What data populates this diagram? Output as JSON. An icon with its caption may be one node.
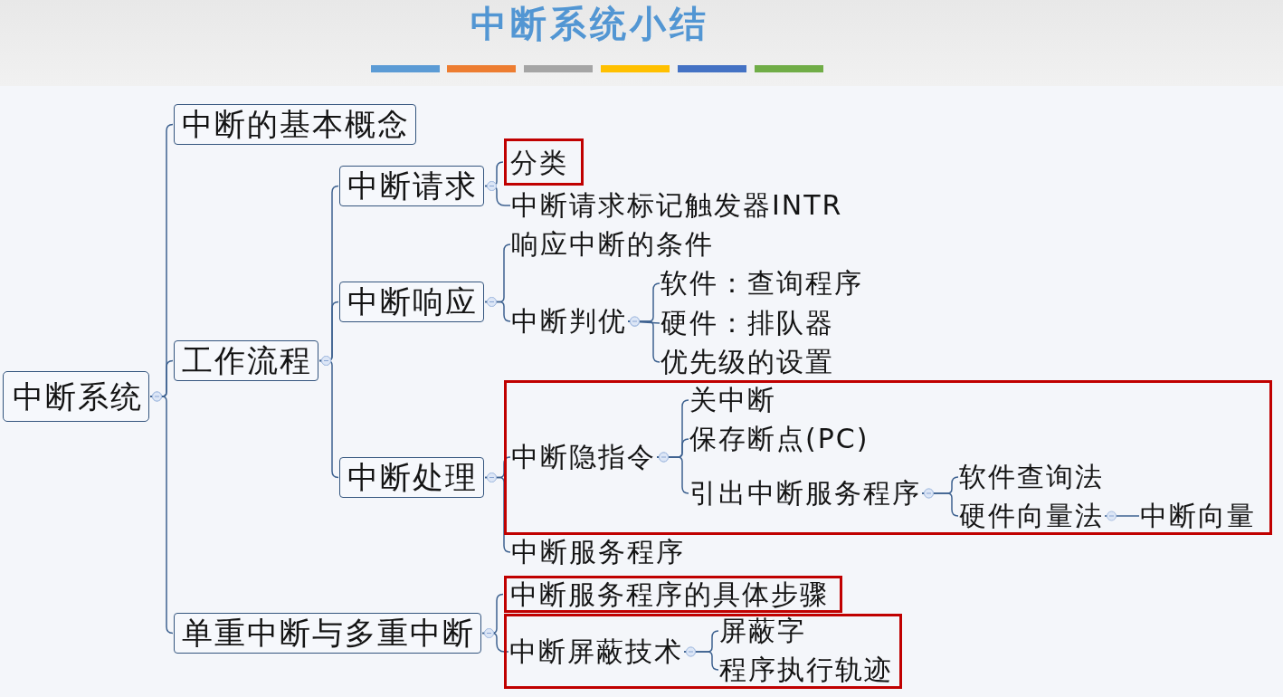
{
  "diagram": {
    "title": "中断系统小结",
    "nodes": [
      {
        "text": [
          "中断系统"
        ]
      },
      {
        "text": [
          "中断的基本概念"
        ]
      },
      {
        "text": [
          "工作流程"
        ]
      },
      {
        "text": [
          "中断请求"
        ]
      },
      {
        "text": [
          "分类"
        ]
      },
      {
        "text": [
          "中断请求标记触发器INTR"
        ]
      },
      {
        "text": [
          "中断响应"
        ]
      },
      {
        "text": [
          "响应中断的条件"
        ]
      },
      {
        "text": [
          "中断判优"
        ]
      },
      {
        "text": [
          "软件：查询程序"
        ]
      },
      {
        "text": [
          "硬件：排队器"
        ]
      },
      {
        "text": [
          "优先级的设置"
        ]
      },
      {
        "text": [
          "中断处理"
        ]
      },
      {
        "text": [],
        "shape": "box"
      },
      {
        "text": [
          "中断隐指令"
        ],
        "in": 13
      },
      {
        "text": [
          "关中断"
        ],
        "in": 13
      },
      {
        "text": [
          "保存断点(PC)"
        ],
        "in": 13
      },
      {
        "text": [
          "引出中断服务程序"
        ],
        "in": 13
      },
      {
        "text": [
          "软件查询法"
        ],
        "in": 13
      },
      {
        "text": [
          "硬件向量法"
        ],
        "in": 13
      },
      {
        "text": [
          "中断向量"
        ],
        "in": 13
      },
      {
        "text": [
          "中断服务程序"
        ]
      },
      {
        "text": [
          "单重中断与多重中断"
        ]
      },
      {
        "text": [
          "中断服务程序的具体步骤"
        ]
      },
      {
        "text": [],
        "shape": "box"
      },
      {
        "text": [
          "中断屏蔽技术"
        ],
        "in": 24
      },
      {
        "text": [
          "屏蔽字"
        ],
        "in": 24
      },
      {
        "text": [
          "程序执行轨迹"
        ],
        "in": 24
      }
    ],
    "edges": [
      {
        "from": 0,
        "to": 1,
        "arrow": "other"
      },
      {
        "from": 0,
        "to": 2,
        "arrow": "other"
      },
      {
        "from": 0,
        "to": 22,
        "arrow": "other"
      },
      {
        "from": 2,
        "to": 3,
        "arrow": "other"
      },
      {
        "from": 2,
        "to": 6,
        "arrow": "other"
      },
      {
        "from": 2,
        "to": 12,
        "arrow": "other"
      },
      {
        "from": 3,
        "to": 4,
        "arrow": "other"
      },
      {
        "from": 3,
        "to": 5,
        "arrow": "other"
      },
      {
        "from": 6,
        "to": 7,
        "arrow": "other"
      },
      {
        "from": 6,
        "to": 8,
        "arrow": "other"
      },
      {
        "from": 8,
        "to": 9,
        "arrow": "other"
      },
      {
        "from": 8,
        "to": 10,
        "arrow": "other"
      },
      {
        "from": 8,
        "to": 11,
        "arrow": "other"
      },
      {
        "from": 12,
        "to": 14,
        "arrow": "other"
      },
      {
        "from": 12,
        "to": 21,
        "arrow": "other"
      },
      {
        "from": 14,
        "to": 15,
        "arrow": "other"
      },
      {
        "from": 14,
        "to": 16,
        "arrow": "other"
      },
      {
        "from": 14,
        "to": 17,
        "arrow": "other"
      },
      {
        "from": 17,
        "to": 18,
        "arrow": "other"
      },
      {
        "from": 17,
        "to": 19,
        "arrow": "other"
      },
      {
        "from": 19,
        "to": 20,
        "arrow": "other"
      },
      {
        "from": 22,
        "to": 23,
        "arrow": "other"
      },
      {
        "from": 22,
        "to": 25,
        "arrow": "other"
      },
      {
        "from": 25,
        "to": 26,
        "arrow": "other"
      },
      {
        "from": 25,
        "to": 27,
        "arrow": "other"
      }
    ]
  }
}
